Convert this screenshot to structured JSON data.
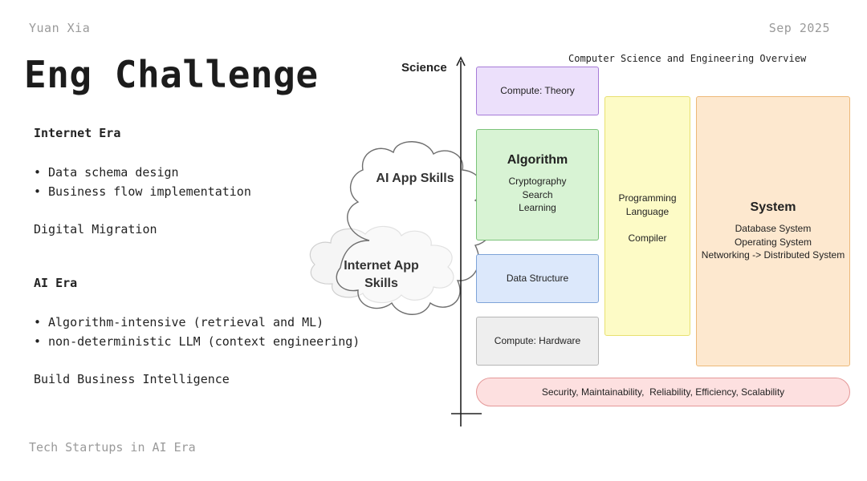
{
  "header": {
    "author": "Yuan Xia",
    "date": "Sep 2025",
    "title": "Eng Challenge"
  },
  "internet_era": {
    "title": "Internet Era",
    "bullets": [
      "Data schema design",
      "Business flow implementation"
    ],
    "summary": "Digital Migration"
  },
  "ai_era": {
    "title": "AI Era",
    "bullets": [
      "Algorithm-intensive (retrieval and ML)",
      "non-deterministic LLM (context engineering)"
    ],
    "summary": "Build Business Intelligence"
  },
  "footer": {
    "text": "Tech Startups in AI Era"
  },
  "diagram": {
    "caption": "Computer Science and Engineering Overview",
    "axis_label": "Science",
    "clouds": {
      "ai_app": "AI App Skills",
      "internet_app": "Internet App Skills"
    },
    "boxes": {
      "theory": {
        "label": "Compute: Theory"
      },
      "algorithm": {
        "title": "Algorithm",
        "items": [
          "Cryptography",
          "Search",
          "Learning"
        ]
      },
      "data_structure": {
        "label": "Data Structure"
      },
      "hardware": {
        "label": "Compute: Hardware"
      },
      "programming_language": {
        "items": [
          "Programming",
          "Language",
          "",
          "Compiler"
        ]
      },
      "system": {
        "title": "System",
        "items": [
          "Database System",
          "Operating System",
          "Networking -> Distributed System"
        ]
      },
      "qualities": {
        "label": "Security, Maintainability,  Reliability, Efficiency, Scalability"
      }
    },
    "colors": {
      "theory": "#ece0fb",
      "theory_border": "#a67bd8",
      "algorithm": "#d8f3d4",
      "algorithm_border": "#7cc47a",
      "data_structure": "#dce8fb",
      "data_structure_border": "#7ea3d8",
      "hardware": "#eeeeee",
      "hardware_border": "#b5b5b5",
      "programming_language": "#fdfbc6",
      "programming_language_border": "#e8e070",
      "system": "#fde8cf",
      "system_border": "#edb979",
      "qualities": "#fde0e0",
      "qualities_border": "#e49898"
    }
  }
}
